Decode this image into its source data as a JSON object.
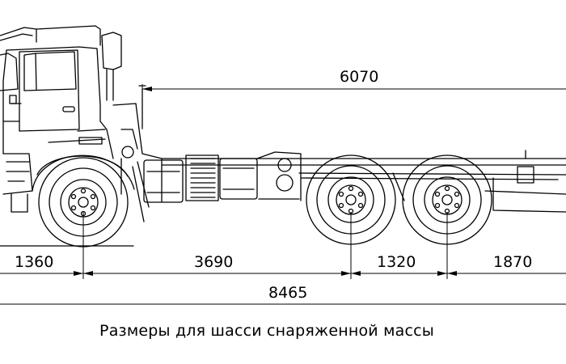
{
  "dimensions": {
    "body_length": "6070",
    "front_overhang": "1360",
    "wheelbase_front": "3690",
    "tandem_base": "1320",
    "rear_overhang": "1870",
    "total_length": "8465"
  },
  "caption": "Размеры для шасси снаряженной массы",
  "colors": {
    "line": "#000000",
    "background": "#ffffff"
  }
}
